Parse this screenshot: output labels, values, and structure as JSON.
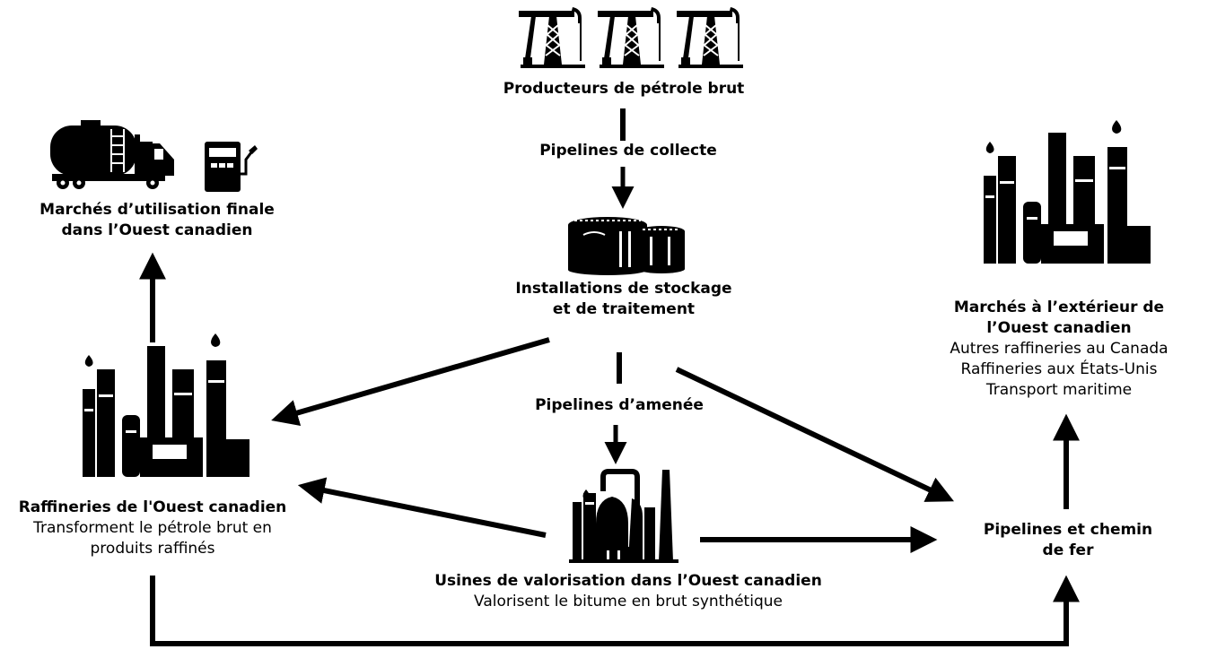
{
  "nodes": {
    "producers": {
      "title": "Producteurs de pétrole brut"
    },
    "storage": {
      "title_line1": "Installations de stockage",
      "title_line2": "et de traitement"
    },
    "end_use": {
      "title_line1": "Marchés d’utilisation finale",
      "title_line2": "dans l’Ouest canadien"
    },
    "outside": {
      "title_line1": "Marchés à l’extérieur de",
      "title_line2": "l’Ouest canadien",
      "details": [
        "Autres raffineries au Canada",
        "Raffineries aux États-Unis",
        "Transport maritime"
      ]
    },
    "refineries": {
      "title": "Raffineries de l'Ouest canadien",
      "desc_line1": "Transforment le pétrole brut en",
      "desc_line2": "produits raffinés"
    },
    "upgraders": {
      "title": "Usines de valorisation dans l’Ouest canadien",
      "desc": "Valorisent le bitume en brut synthétique"
    },
    "rail": {
      "title_line1": "Pipelines et chemin",
      "title_line2": "de fer"
    }
  },
  "edges": {
    "gathering": "Pipelines de collecte",
    "feeder": "Pipelines d’amenée"
  },
  "icons": [
    "pumpjack-icon",
    "storage-tanks-icon",
    "tanker-truck-icon",
    "fuel-pump-icon",
    "refinery-icon",
    "upgrader-icon"
  ]
}
